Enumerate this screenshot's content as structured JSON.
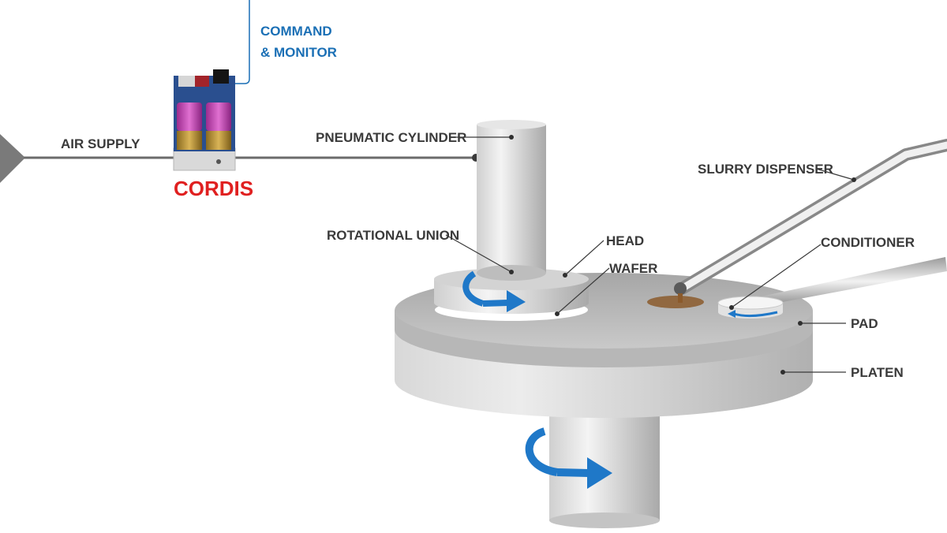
{
  "labels": {
    "command_line1": "COMMAND",
    "command_line2": "& MONITOR",
    "air_supply": "AIR SUPPLY",
    "brand": "CORDIS",
    "pneumatic_cylinder": "PNEUMATIC CYLINDER",
    "slurry_dispenser": "SLURRY DISPENSER",
    "rotational_union": "ROTATIONAL UNION",
    "head": "HEAD",
    "wafer": "WAFER",
    "conditioner": "CONDITIONER",
    "pad": "PAD",
    "platen": "PLATEN"
  },
  "colors": {
    "label_text": "#3a3a3a",
    "accent_blue": "#1a6fb5",
    "brand_red": "#e02020",
    "arrow_blue": "#1f78c8",
    "pipe_gray": "#6b6b6b"
  }
}
